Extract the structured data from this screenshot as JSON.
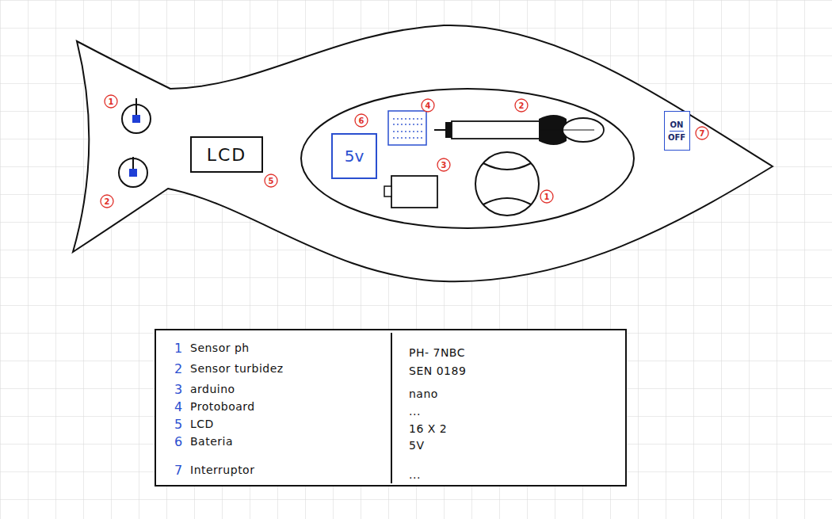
{
  "diagram": {
    "nodes": [
      {
        "text": [
          "LCD"
        ]
      },
      {
        "text": [
          "5v"
        ]
      },
      {
        "text": [
          "ON",
          "OFF"
        ]
      }
    ],
    "labels": [
      "1",
      "2",
      "5",
      "6",
      "4",
      "3",
      "2",
      "1",
      "7",
      "1",
      "Sensor ph",
      "2",
      "Sensor turbidez",
      "3",
      "arduino",
      "4",
      "Protoboard",
      "5",
      "LCD",
      "6",
      "Bateria",
      "7",
      "Interruptor",
      "PH- 7NBC",
      "SEN 0189",
      "nano",
      "...",
      "16 X 2",
      "5V",
      "..."
    ]
  }
}
